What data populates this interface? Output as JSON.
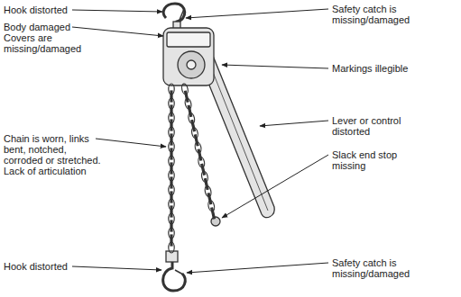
{
  "diagram": {
    "labels": [
      "Hook distorted",
      "Body damaged Covers are missing/damaged",
      "Chain is worn, links bent, notched, corroded or stretched. Lack of articulation",
      "Hook distorted",
      "Safety catch is missing/damaged",
      "Markings illegible",
      "Lever or control distorted",
      "Slack end stop missing",
      "Safety catch is missing/damaged"
    ]
  }
}
